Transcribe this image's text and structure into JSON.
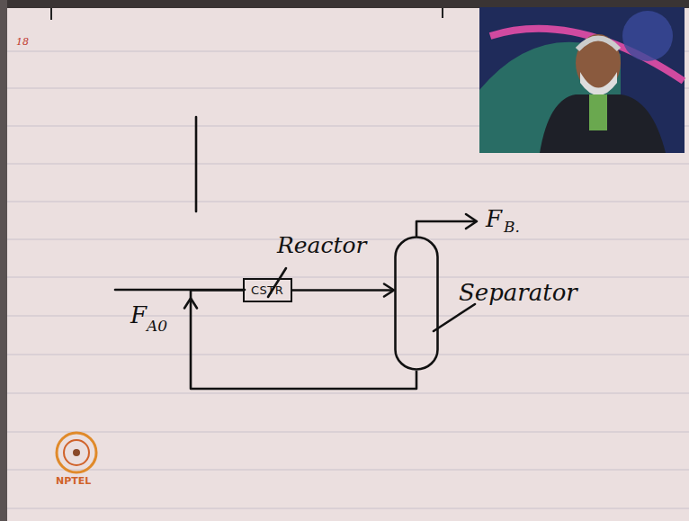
{
  "diagram": {
    "nodes": [
      {
        "text": [
          "CSTR"
        ]
      },
      {
        "text": [
          "Separator"
        ]
      }
    ],
    "edges": [
      {
        "from": 0,
        "to": 1,
        "arrow": "to"
      },
      {
        "from": 1,
        "to": 0,
        "arrow": "to"
      }
    ],
    "labels": [
      "18",
      "Reactor",
      "F",
      "A0",
      "F",
      "B.",
      "NPTEL"
    ]
  }
}
